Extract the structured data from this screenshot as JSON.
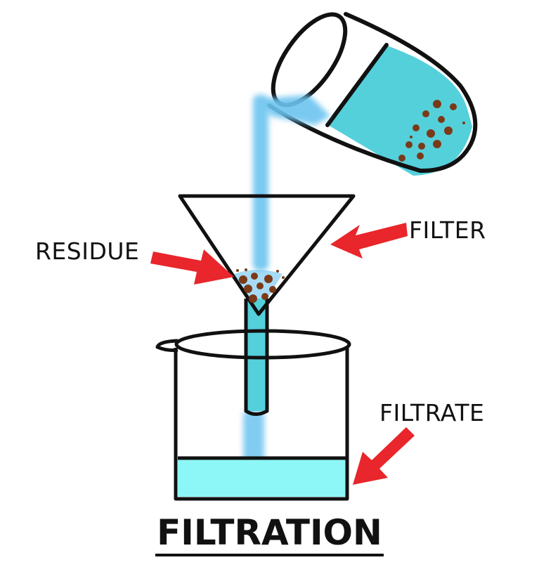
{
  "labels": {
    "filter": "FILTER",
    "residue": "RESIDUE",
    "filtrate": "FILTRATE"
  },
  "title": "FILTRATION",
  "colors": {
    "liquid": "#54d0db",
    "stream": "#6cc3ef",
    "filtrate": "#8cf7f6",
    "particle": "#7a3a17",
    "arrow": "#e8262b",
    "outline": "#111111"
  }
}
